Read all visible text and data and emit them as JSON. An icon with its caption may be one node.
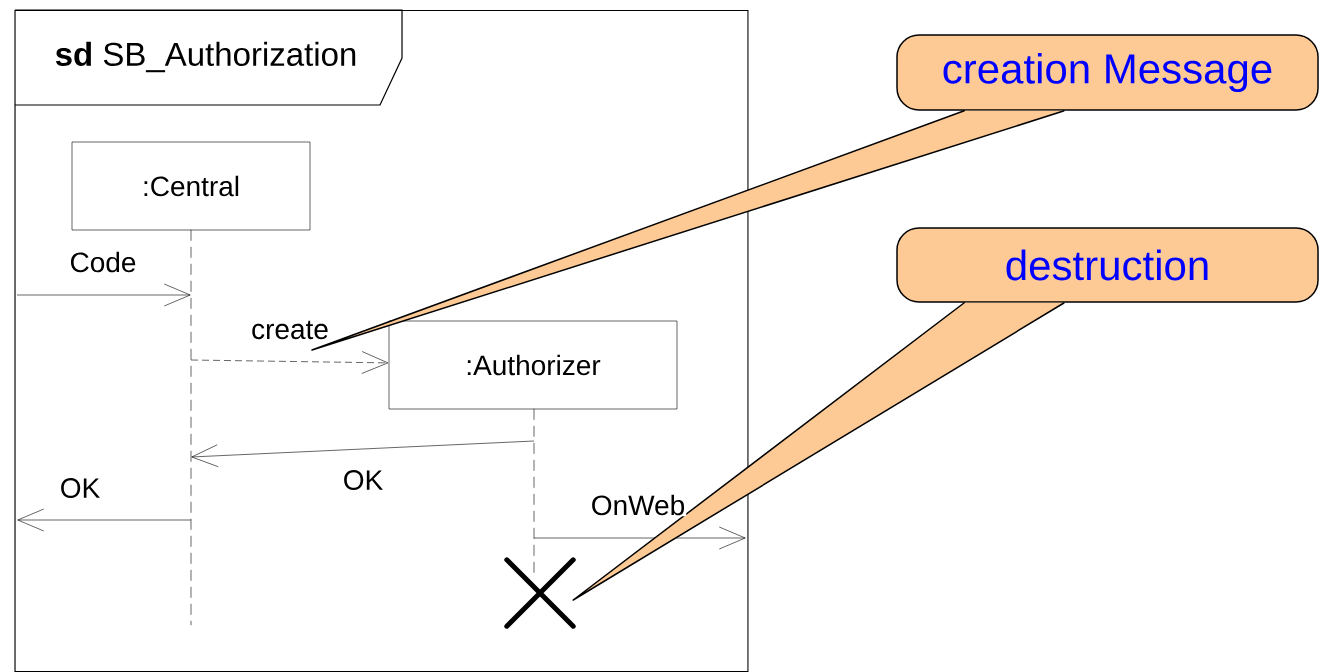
{
  "diagram": {
    "nodes": [
      {
        "text": [
          "**sd** SB_Authorization"
        ]
      },
      {
        "text": [
          ":Central"
        ],
        "in": 0
      },
      {
        "text": [
          ":Authorizer"
        ],
        "in": 0
      },
      {
        "text": [],
        "shape": "line",
        "in": 0
      },
      {
        "text": [],
        "shape": "line",
        "in": 0
      },
      {
        "text": [],
        "shape": "cross",
        "in": 0
      },
      {
        "text": [
          "creation Message"
        ]
      },
      {
        "text": [
          "destruction"
        ]
      }
    ],
    "edges": [
      {
        "from": null,
        "to": 3,
        "arrow": "to",
        "label": "Code"
      },
      {
        "from": 3,
        "to": 2,
        "arrow": "to",
        "label": "create",
        "style": "dashed"
      },
      {
        "from": 4,
        "to": 3,
        "arrow": "to",
        "label": "OK"
      },
      {
        "from": 3,
        "to": null,
        "arrow": "to",
        "label": "OK"
      },
      {
        "from": 4,
        "to": null,
        "arrow": "to",
        "label": "OnWeb"
      },
      {
        "from": 6,
        "to": null,
        "arrow": "none"
      },
      {
        "from": 7,
        "to": 5,
        "arrow": "none"
      }
    ]
  }
}
